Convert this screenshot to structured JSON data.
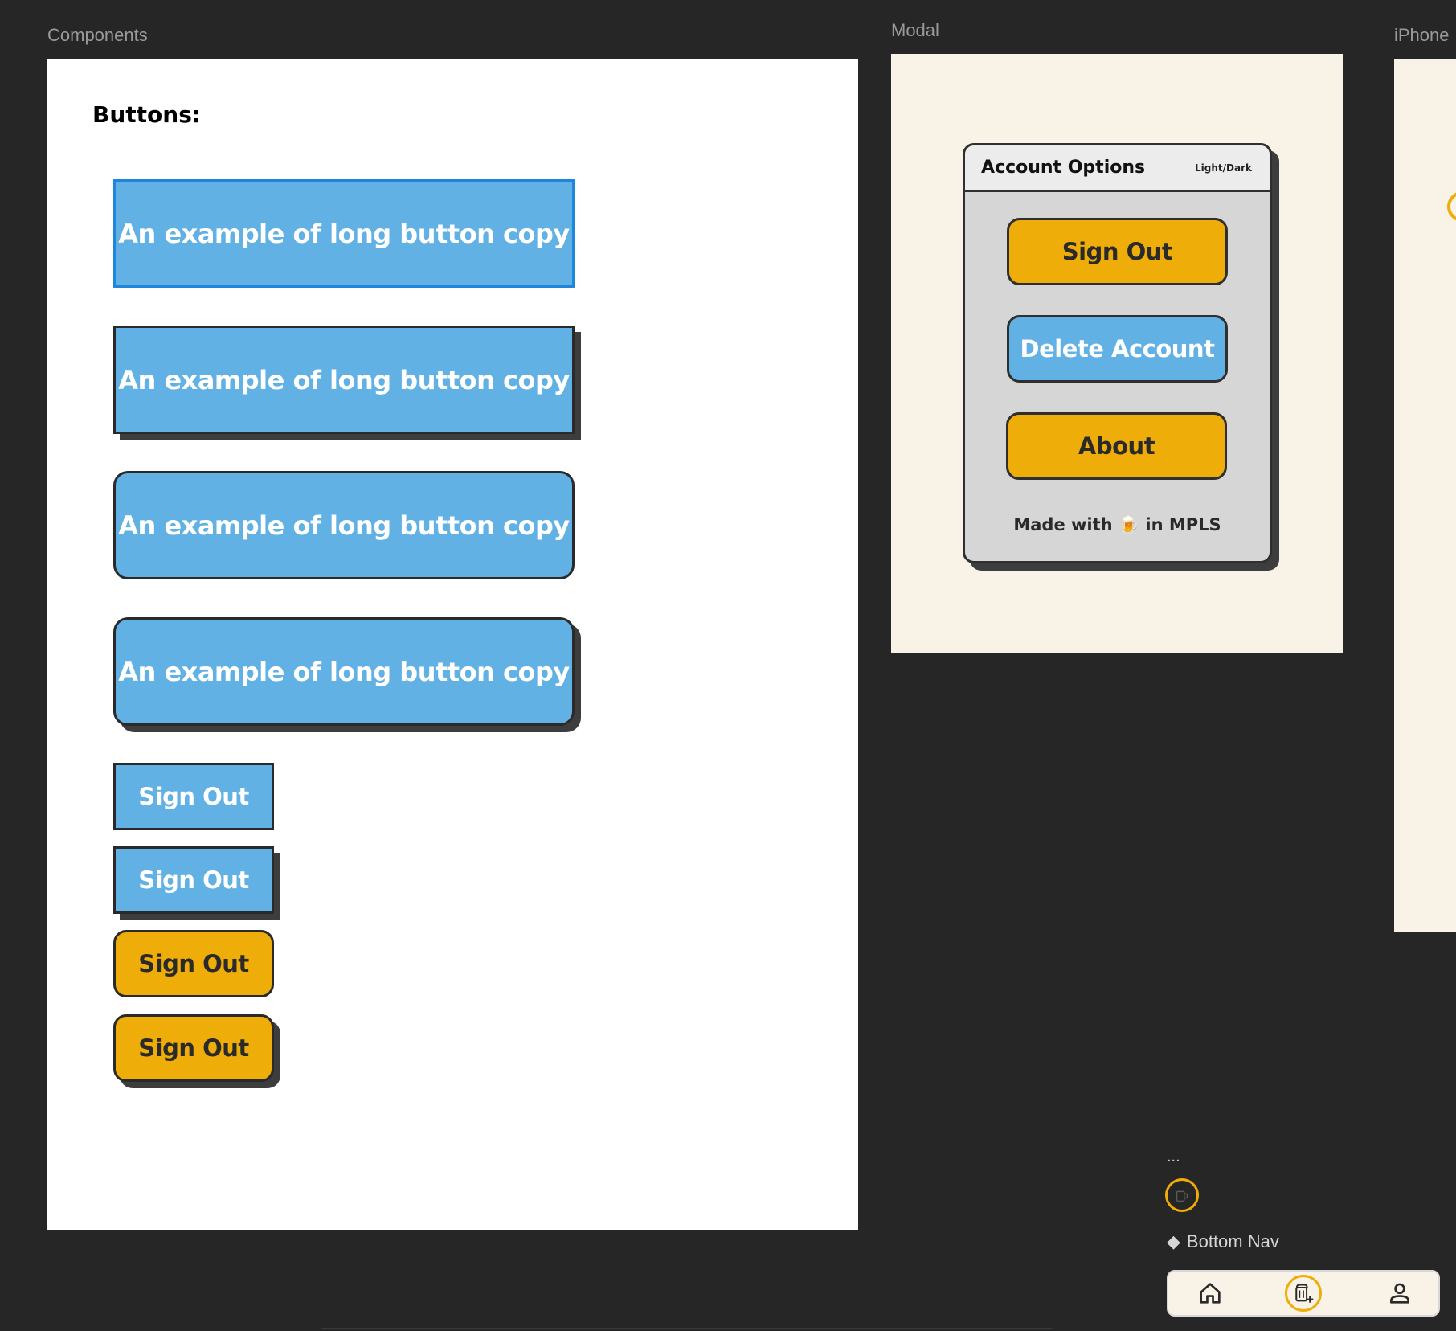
{
  "canvas": {
    "frames": [
      {
        "label": "Components"
      },
      {
        "label": "Modal"
      },
      {
        "label": "iPhone"
      }
    ]
  },
  "components": {
    "section_title": "Buttons:",
    "long_buttons": [
      {
        "label": "An example of long button copy",
        "variant": "square-focused"
      },
      {
        "label": "An example of long button copy",
        "variant": "square-shadow"
      },
      {
        "label": "An example of long button copy",
        "variant": "rounded"
      },
      {
        "label": "An example of long button copy",
        "variant": "rounded-shadow"
      }
    ],
    "small_buttons": [
      {
        "label": "Sign Out",
        "variant": "blue-square"
      },
      {
        "label": "Sign Out",
        "variant": "blue-square-shadow"
      },
      {
        "label": "Sign Out",
        "variant": "yellow-rounded"
      },
      {
        "label": "Sign Out",
        "variant": "yellow-rounded-shadow"
      }
    ]
  },
  "modal": {
    "title": "Account Options",
    "toggle_label": "Light/Dark",
    "buttons": [
      {
        "label": "Sign Out"
      },
      {
        "label": "Delete Account"
      },
      {
        "label": "About"
      }
    ],
    "footer_prefix": "Made with",
    "footer_emoji": "🍺",
    "footer_suffix": "in MPLS"
  },
  "bottom_nav_component": {
    "ellipsis": "...",
    "component_icon": "◆",
    "label": "Bottom Nav",
    "items": [
      {
        "icon": "home-icon"
      },
      {
        "icon": "beer-add-icon",
        "active": true
      },
      {
        "icon": "user-icon"
      }
    ]
  },
  "colors": {
    "canvas_bg": "#262626",
    "blue": "#62b1e4",
    "yellow": "#efad09",
    "cream": "#f8f3e6",
    "border_dark": "#2a2a2a",
    "focus_blue": "#1f86dc"
  }
}
